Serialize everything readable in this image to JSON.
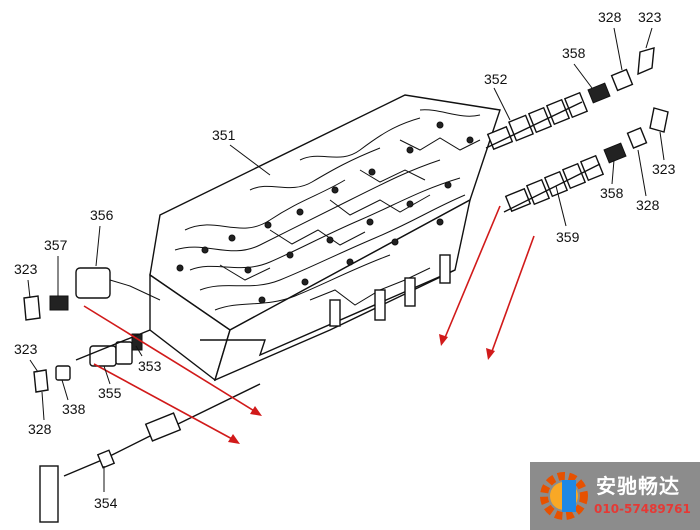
{
  "labels": [
    {
      "id": "351",
      "text": "351"
    },
    {
      "id": "352",
      "text": "352"
    },
    {
      "id": "353",
      "text": "353"
    },
    {
      "id": "354",
      "text": "354"
    },
    {
      "id": "355",
      "text": "355"
    },
    {
      "id": "356",
      "text": "356"
    },
    {
      "id": "357",
      "text": "357"
    },
    {
      "id": "358a",
      "text": "358"
    },
    {
      "id": "358b",
      "text": "358"
    },
    {
      "id": "359",
      "text": "359"
    },
    {
      "id": "323a",
      "text": "323"
    },
    {
      "id": "323b",
      "text": "323"
    },
    {
      "id": "323c",
      "text": "323"
    },
    {
      "id": "323d",
      "text": "323"
    },
    {
      "id": "328a",
      "text": "328"
    },
    {
      "id": "328b",
      "text": "328"
    },
    {
      "id": "328c",
      "text": "328"
    },
    {
      "id": "338",
      "text": "338"
    }
  ],
  "watermark": {
    "name": "安驰畅达",
    "phone": "010-57489761"
  },
  "colors": {
    "arrow": "#d11a1a",
    "line": "#111111",
    "watermark_bg": "#8c8c8c",
    "phone_text": "#e53935"
  }
}
